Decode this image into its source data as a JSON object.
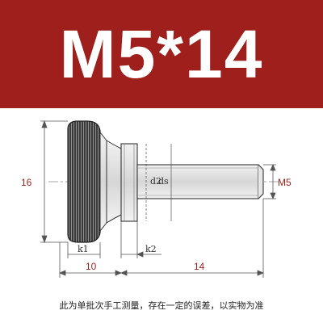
{
  "title": "M5*14",
  "colors": {
    "banner": "#9e1f1c",
    "title_text": "#ffffff",
    "line": "#555555",
    "dimension": "#9e1f1c",
    "note_text": "#222222"
  },
  "dimensions": {
    "head_height": "16",
    "head_length": "10",
    "shank_length": "14",
    "thread": "M5",
    "knurl_depth": "k1",
    "collar_width": "k2",
    "inner_diameter": "d2",
    "shank_diameter": "ds"
  },
  "note": "此为单批次手工测量，存在一定的误差，以实物为准"
}
